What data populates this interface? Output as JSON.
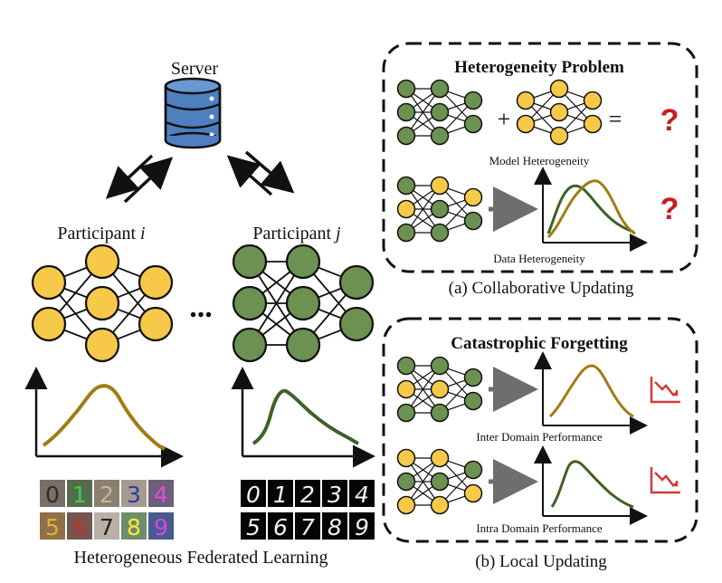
{
  "colors": {
    "yellow_node": "#f7c948",
    "green_node": "#6d9150",
    "yellow_curve": "#a07d14",
    "green_curve": "#3f6129",
    "question_red": "#c81d1d",
    "drop_red": "#d23a3a",
    "server_blue": "#4f7fbf",
    "arrow_gray": "#6e6e6e"
  },
  "left": {
    "server_label": "Server",
    "participant_i_prefix": "Participant ",
    "participant_i_var": "i",
    "participant_j_prefix": "Participant ",
    "participant_j_var": "j",
    "ellipsis": "...",
    "caption": "Heterogeneous Federated Learning",
    "mnist_digits": [
      "0",
      "1",
      "2",
      "3",
      "4",
      "5",
      "6",
      "7",
      "8",
      "9"
    ],
    "svhn_digits": [
      "0",
      "1",
      "2",
      "3",
      "4",
      "5",
      "6",
      "7",
      "8",
      "9"
    ]
  },
  "panel_a": {
    "title": "Heterogeneity Problem",
    "plus": "+",
    "equals": "=",
    "question1": "?",
    "question2": "?",
    "model_het_label": "Model Heterogeneity",
    "data_het_label": "Data Heterogeneity",
    "caption": "(a) Collaborative Updating"
  },
  "panel_b": {
    "title": "Catastrophic Forgetting",
    "inter_label": "Inter Domain Performance",
    "intra_label": "Intra Domain Performance",
    "caption": "(b) Local Updating"
  }
}
